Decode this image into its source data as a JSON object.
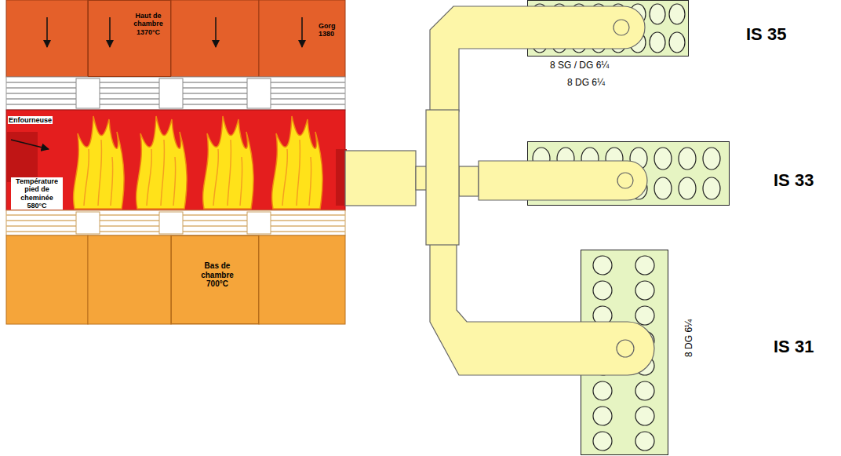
{
  "diagram": {
    "nodes": [
      {
        "text": [
          "Haut de chambre 1370°C"
        ]
      },
      {
        "text": [
          "Bas de chambre 700°C"
        ]
      },
      {
        "text": [
          "IS 35",
          "8 SG / DG 6¼"
        ]
      },
      {
        "text": [
          "IS 33",
          "8 DG 6¼"
        ]
      },
      {
        "text": [
          "IS 31",
          "8 DG 6¼"
        ]
      }
    ],
    "labels": [
      "Enfourneuse",
      "Gorg 1380",
      "Température pied de cheminée 580°C"
    ]
  }
}
